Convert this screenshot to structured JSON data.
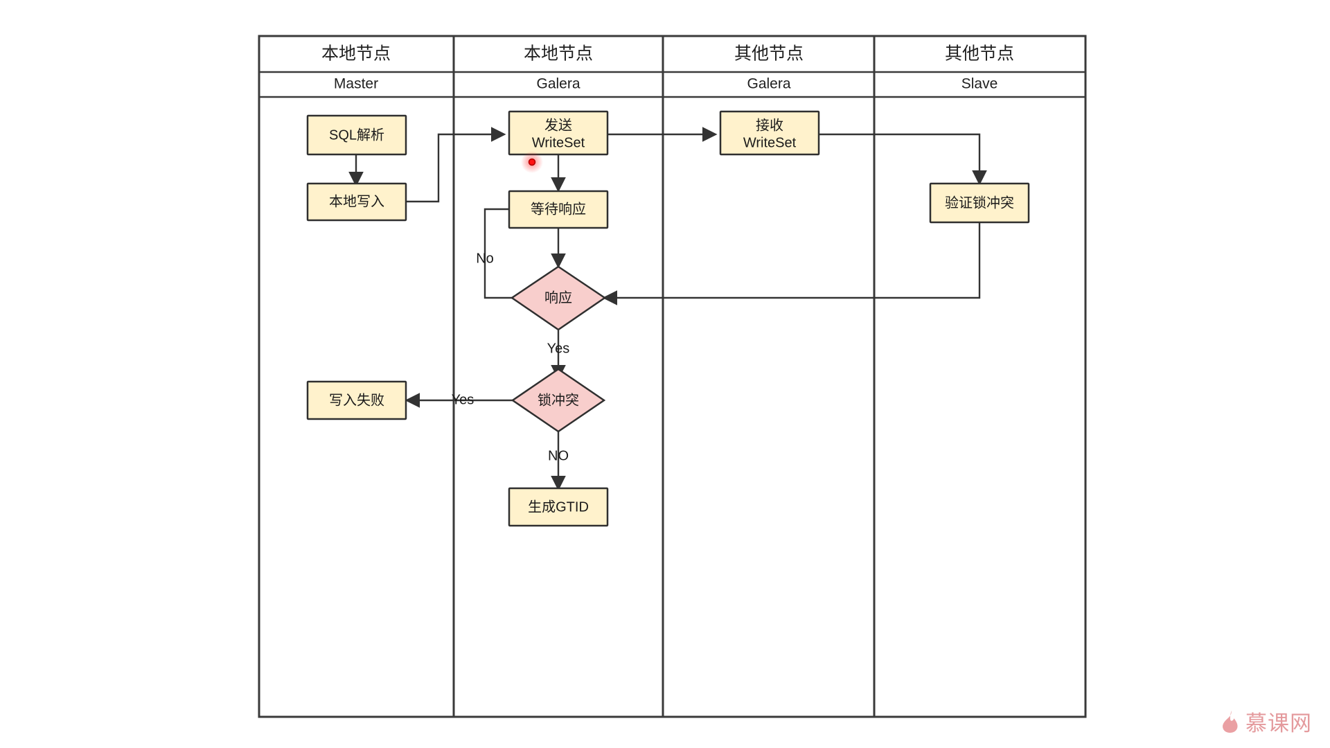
{
  "diagram": {
    "type": "swimlane-flowchart",
    "watermark": {
      "text": "慕课网",
      "icon": "flame-icon",
      "color": "#e0898c"
    },
    "palette": {
      "process_fill": "#fff2cc",
      "decision_fill": "#f8cecc",
      "stroke": "#2f2f2f",
      "lane_border": "#3a3a3a",
      "cursor": "#ff1111"
    },
    "lanes": [
      {
        "id": "lane-master",
        "title": "本地节点",
        "subtitle": "Master"
      },
      {
        "id": "lane-galera-local",
        "title": "本地节点",
        "subtitle": "Galera"
      },
      {
        "id": "lane-galera-other",
        "title": "其他节点",
        "subtitle": "Galera"
      },
      {
        "id": "lane-slave",
        "title": "其他节点",
        "subtitle": "Slave"
      }
    ],
    "nodes": [
      {
        "id": "sql-parse",
        "label": "SQL解析",
        "shape": "process",
        "lane": "lane-master"
      },
      {
        "id": "local-write",
        "label": "本地写入",
        "shape": "process",
        "lane": "lane-master"
      },
      {
        "id": "write-fail",
        "label": "写入失败",
        "shape": "process",
        "lane": "lane-master"
      },
      {
        "id": "send-writeset",
        "label_line1": "发送",
        "label_line2": "WriteSet",
        "shape": "process",
        "lane": "lane-galera-local"
      },
      {
        "id": "wait-response",
        "label": "等待响应",
        "shape": "process",
        "lane": "lane-galera-local"
      },
      {
        "id": "response",
        "label": "响应",
        "shape": "decision",
        "lane": "lane-galera-local"
      },
      {
        "id": "lock-conflict",
        "label": "锁冲突",
        "shape": "decision",
        "lane": "lane-galera-local"
      },
      {
        "id": "gen-gtid",
        "label": "生成GTID",
        "shape": "process",
        "lane": "lane-galera-local"
      },
      {
        "id": "recv-writeset",
        "label_line1": "接收",
        "label_line2": "WriteSet",
        "shape": "process",
        "lane": "lane-galera-other"
      },
      {
        "id": "verify-lock",
        "label": "验证锁冲突",
        "shape": "process",
        "lane": "lane-slave"
      }
    ],
    "edge_labels": {
      "response_no": "No",
      "response_yes": "Yes",
      "lock_yes": "Yes",
      "lock_no": "NO"
    }
  }
}
